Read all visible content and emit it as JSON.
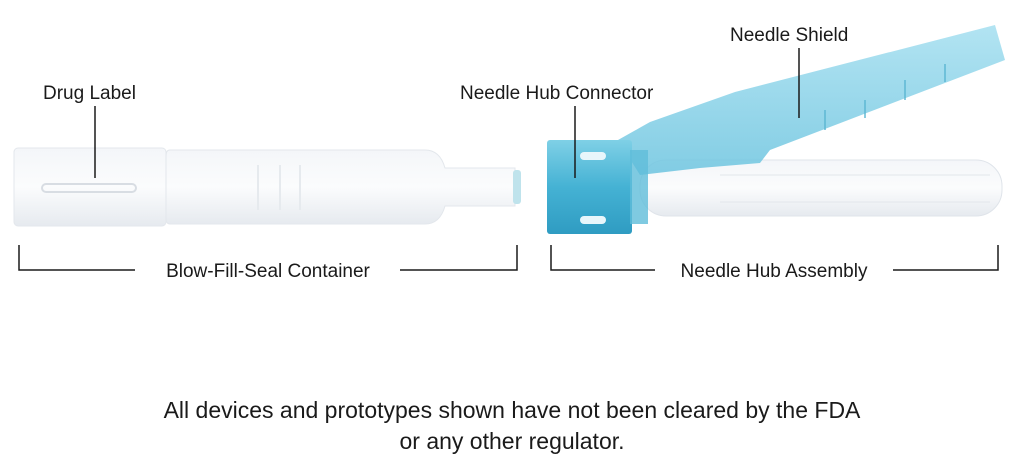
{
  "labels": {
    "drug_label": "Drug Label",
    "needle_hub_connector": "Needle Hub Connector",
    "needle_shield": "Needle Shield",
    "bfs_container": "Blow-Fill-Seal Container",
    "needle_hub_assembly": "Needle Hub Assembly"
  },
  "disclaimer": {
    "line1": "All devices and prototypes shown have not been cleared by the FDA",
    "line2": "or any other regulator."
  },
  "colors": {
    "hub_blue": "#4fb8d6",
    "clear_plastic": "#eef1f5",
    "line": "#1a1a1a"
  }
}
